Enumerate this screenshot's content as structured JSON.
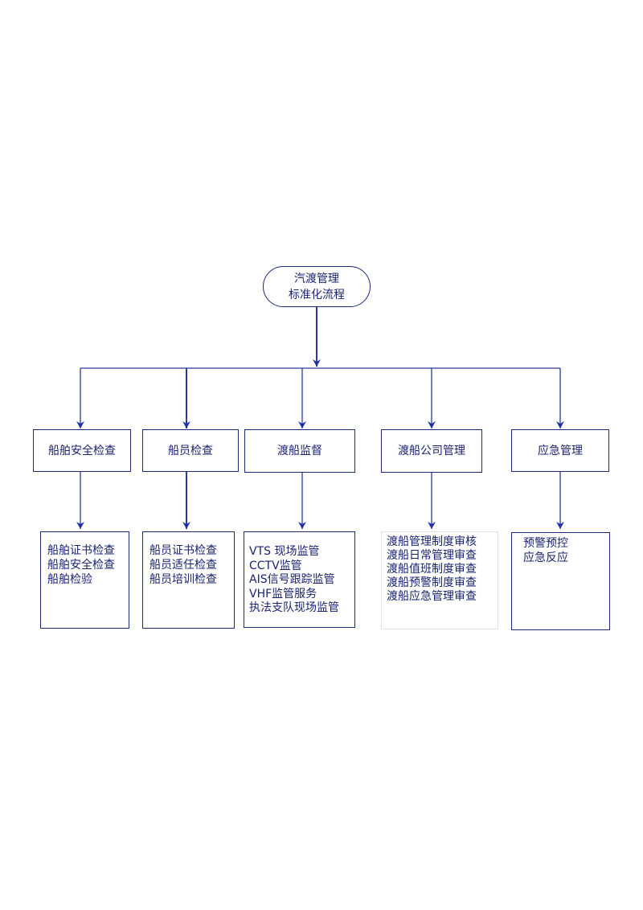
{
  "root": {
    "line1": "汽渡管理",
    "line2": "标准化流程"
  },
  "categories": [
    {
      "label": "船舶安全检查",
      "items": [
        "船舶证书检查",
        "船舶安全检查",
        "船舶检验"
      ]
    },
    {
      "label": "船员检查",
      "items": [
        "船员证书检查",
        "船员适任检查",
        "船员培训检查"
      ]
    },
    {
      "label": "渡船监督",
      "items": [
        "VTS 现场监管",
        "CCTV监管",
        "AIS信号跟踪监管",
        "VHF监管服务",
        "执法支队现场监管"
      ]
    },
    {
      "label": "渡船公司管理",
      "items": [
        "渡船管理制度审核",
        "渡船日常管理审查",
        "渡船值班制度审查",
        "渡船预警制度审查",
        "渡船应急管理审查"
      ]
    },
    {
      "label": "应急管理",
      "items": [
        "预警预控",
        "应急反应"
      ]
    }
  ],
  "colors": {
    "line": "#1b2a7a",
    "arrow": "#1f2fa8",
    "text": "#1a2370"
  }
}
